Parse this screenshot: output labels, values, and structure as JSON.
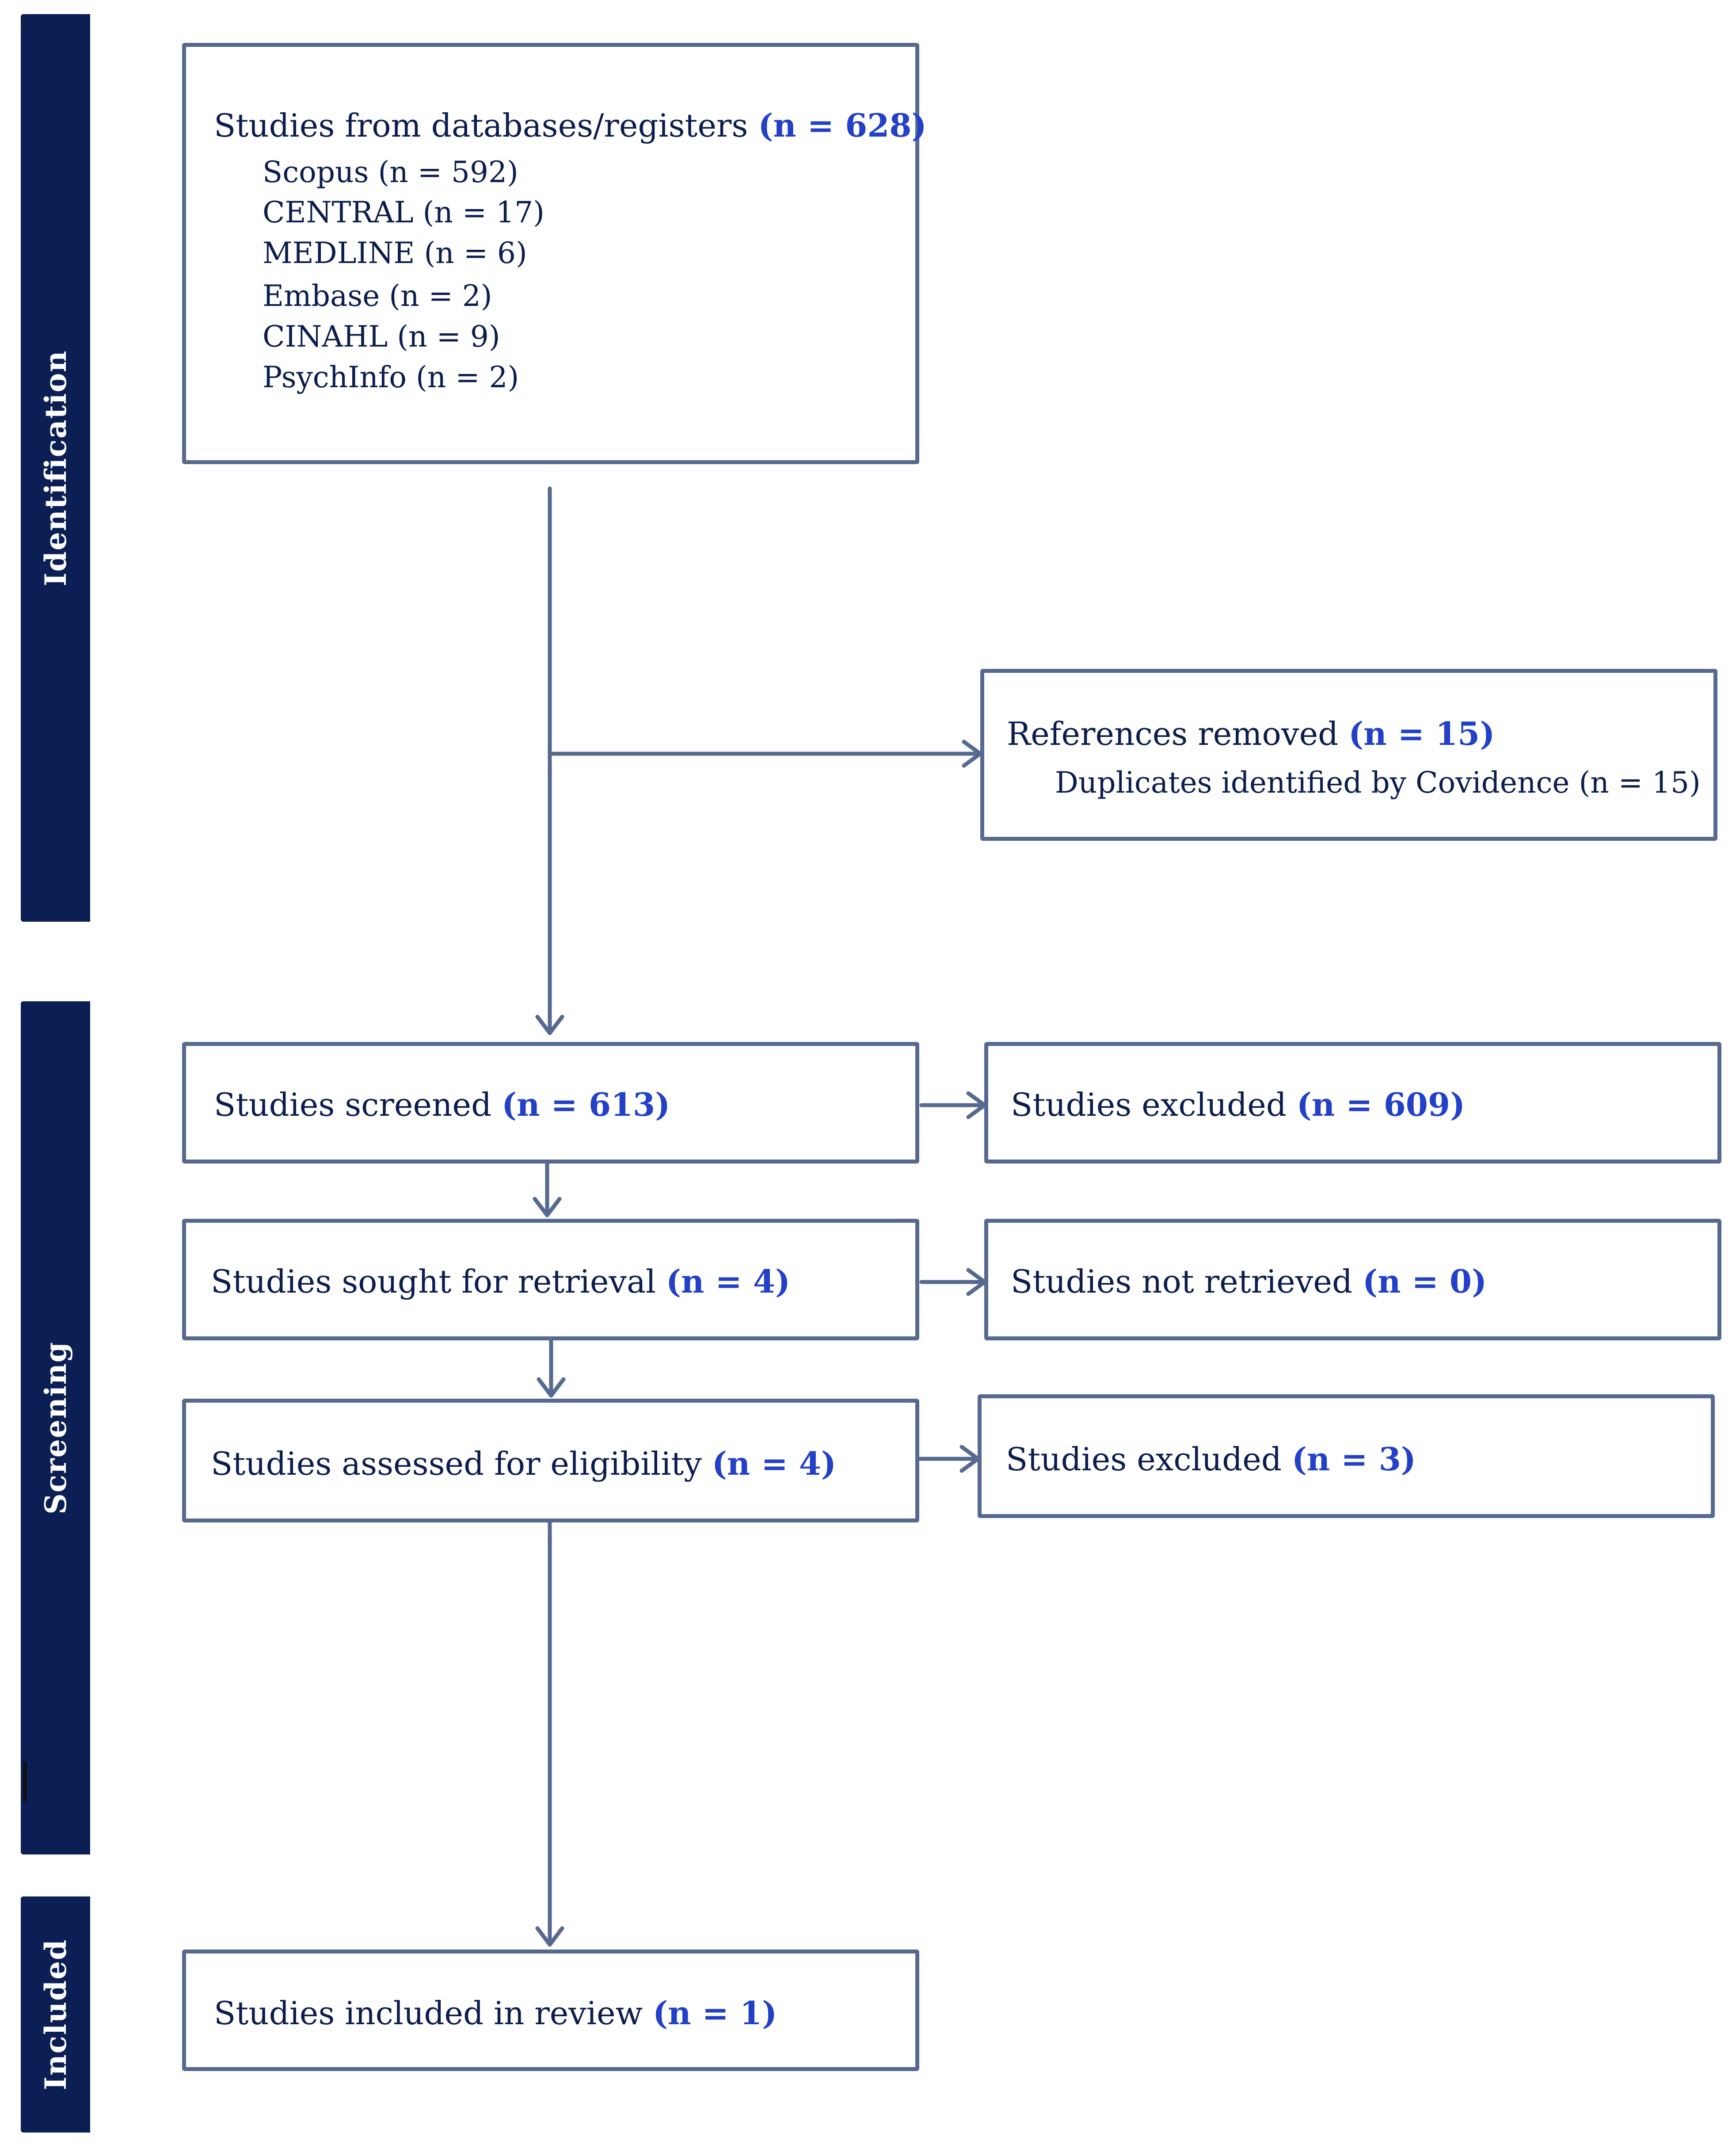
{
  "phases": {
    "identification": "Identification",
    "screening": "Screening",
    "included": "Included"
  },
  "identification_box": {
    "title": "Studies from databases/registers",
    "count": "(n = 628)",
    "sources": [
      "Scopus (n = 592)",
      "CENTRAL (n = 17)",
      "MEDLINE (n = 6)",
      "Embase (n = 2)",
      "CINAHL (n = 9)",
      "PsychInfo (n = 2)"
    ]
  },
  "removed_box": {
    "title": "References removed",
    "count": "(n = 15)",
    "detail": "Duplicates identified by Covidence (n = 15)"
  },
  "screened_box": {
    "title": "Studies screened",
    "count": "(n = 613)"
  },
  "excluded_screen_box": {
    "title": "Studies excluded",
    "count": "(n = 609)"
  },
  "retrieval_box": {
    "title": "Studies sought for retrieval",
    "count": "(n = 4)"
  },
  "not_retrieved_box": {
    "title": "Studies not retrieved",
    "count": "(n = 0)"
  },
  "eligibility_box": {
    "title": "Studies assessed for eligibility",
    "count": "(n = 4)"
  },
  "excluded_eligibility_box": {
    "title": "Studies excluded",
    "count": "(n = 3)"
  },
  "included_box": {
    "title": "Studies included in review",
    "count": "(n = 1)"
  },
  "colors": {
    "phase_bar": "#0b1f55",
    "box_border": "#56698e",
    "count_text": "#2240c8",
    "body_text": "#0b1d4e"
  }
}
